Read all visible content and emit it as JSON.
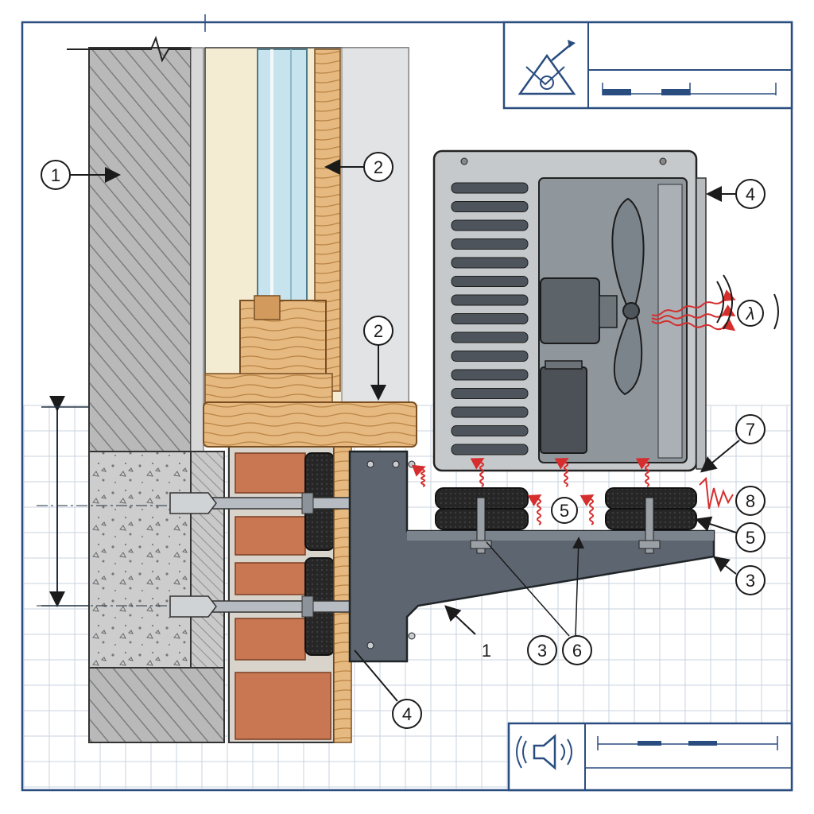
{
  "colors": {
    "line": "#1f2f3f",
    "accent_blue": "#2a4d80",
    "grid": "#c9d3df",
    "masonry_hatch": "#8a8a8a",
    "concrete": "#cfcfcf",
    "brick": "#c97752",
    "wood": "#e3b57d",
    "glass": "#c7e4ee",
    "steel": "#5d6670",
    "unit_body": "#c3c6c9",
    "rubber": "#222222",
    "heat_arrow": "#d62d2d"
  },
  "title_block_top": {
    "logo": "architect-house-logo-icon"
  },
  "title_block_bottom": {
    "logo": "speaker-sound-logo-icon"
  },
  "callouts": {
    "wall": "1",
    "window_frame": "2",
    "window_sill": "2",
    "unit_casing": "4",
    "noise_source": "λ",
    "unit_edge": "7",
    "vibration": "8",
    "pad_right": "5",
    "bracket_tip": "3",
    "pad_gap": "5",
    "bracket_tag_a": "3",
    "bracket_tag_b": "6",
    "bracket_label": "1",
    "insulation_board": "4"
  }
}
